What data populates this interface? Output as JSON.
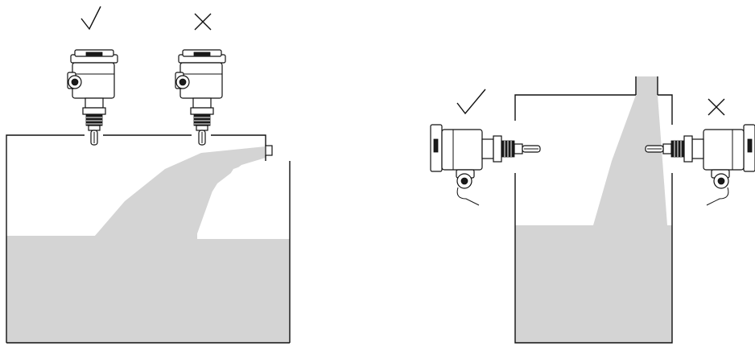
{
  "marks": {
    "correct": "correct-check-mark",
    "incorrect": "incorrect-cross-mark"
  },
  "colors": {
    "outline": "#111111",
    "medium": "#d4d4d4",
    "background": "#ffffff"
  },
  "installations": [
    {
      "diagram": "top-mount-tank",
      "position": "away-from-inflow",
      "verdict": "correct"
    },
    {
      "diagram": "top-mount-tank",
      "position": "in-inflow-stream",
      "verdict": "incorrect"
    },
    {
      "diagram": "side-mount-tank",
      "position": "away-from-inflow",
      "verdict": "correct"
    },
    {
      "diagram": "side-mount-tank",
      "position": "in-inflow-stream",
      "verdict": "incorrect"
    }
  ]
}
